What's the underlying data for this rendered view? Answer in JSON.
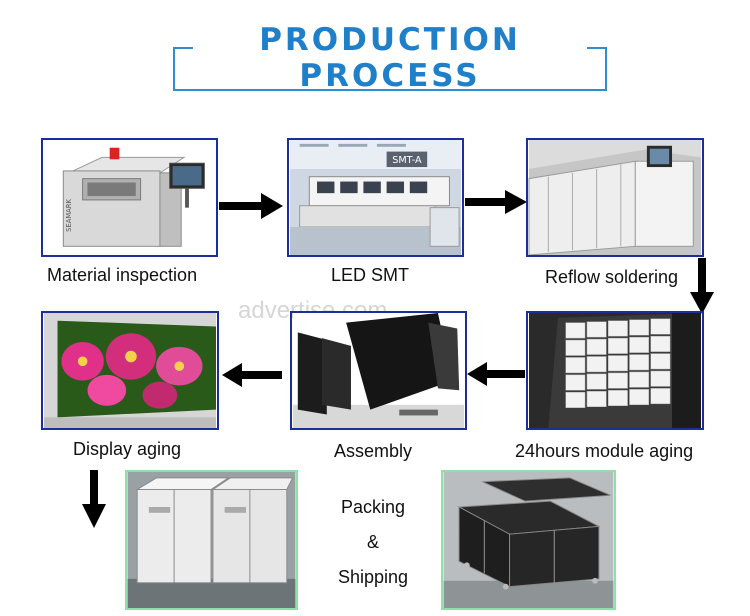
{
  "title": "PRODUCTION PROCESS",
  "watermark": "advertise.com",
  "steps": [
    {
      "label": "Material inspection",
      "photo": "x-ray-inspection-machine"
    },
    {
      "label": "LED SMT",
      "photo": "smt-production-line"
    },
    {
      "label": "Reflow soldering",
      "photo": "reflow-oven"
    },
    {
      "label": "24hours module aging",
      "photo": "module-aging-wall"
    },
    {
      "label": "Assembly",
      "photo": "cabinet-assembly"
    },
    {
      "label": "Display aging",
      "photo": "flower-display-screen"
    }
  ],
  "machine_brand": "SEAMARK",
  "smt_sign": "SMT-A",
  "packing": {
    "line1": "Packing",
    "line2": "&",
    "line3": "Shipping"
  },
  "colors": {
    "title": "#1f7fc8",
    "frame_blue": "#1a2f9a",
    "frame_green": "#8fe0a8",
    "arrow": "#000000"
  }
}
